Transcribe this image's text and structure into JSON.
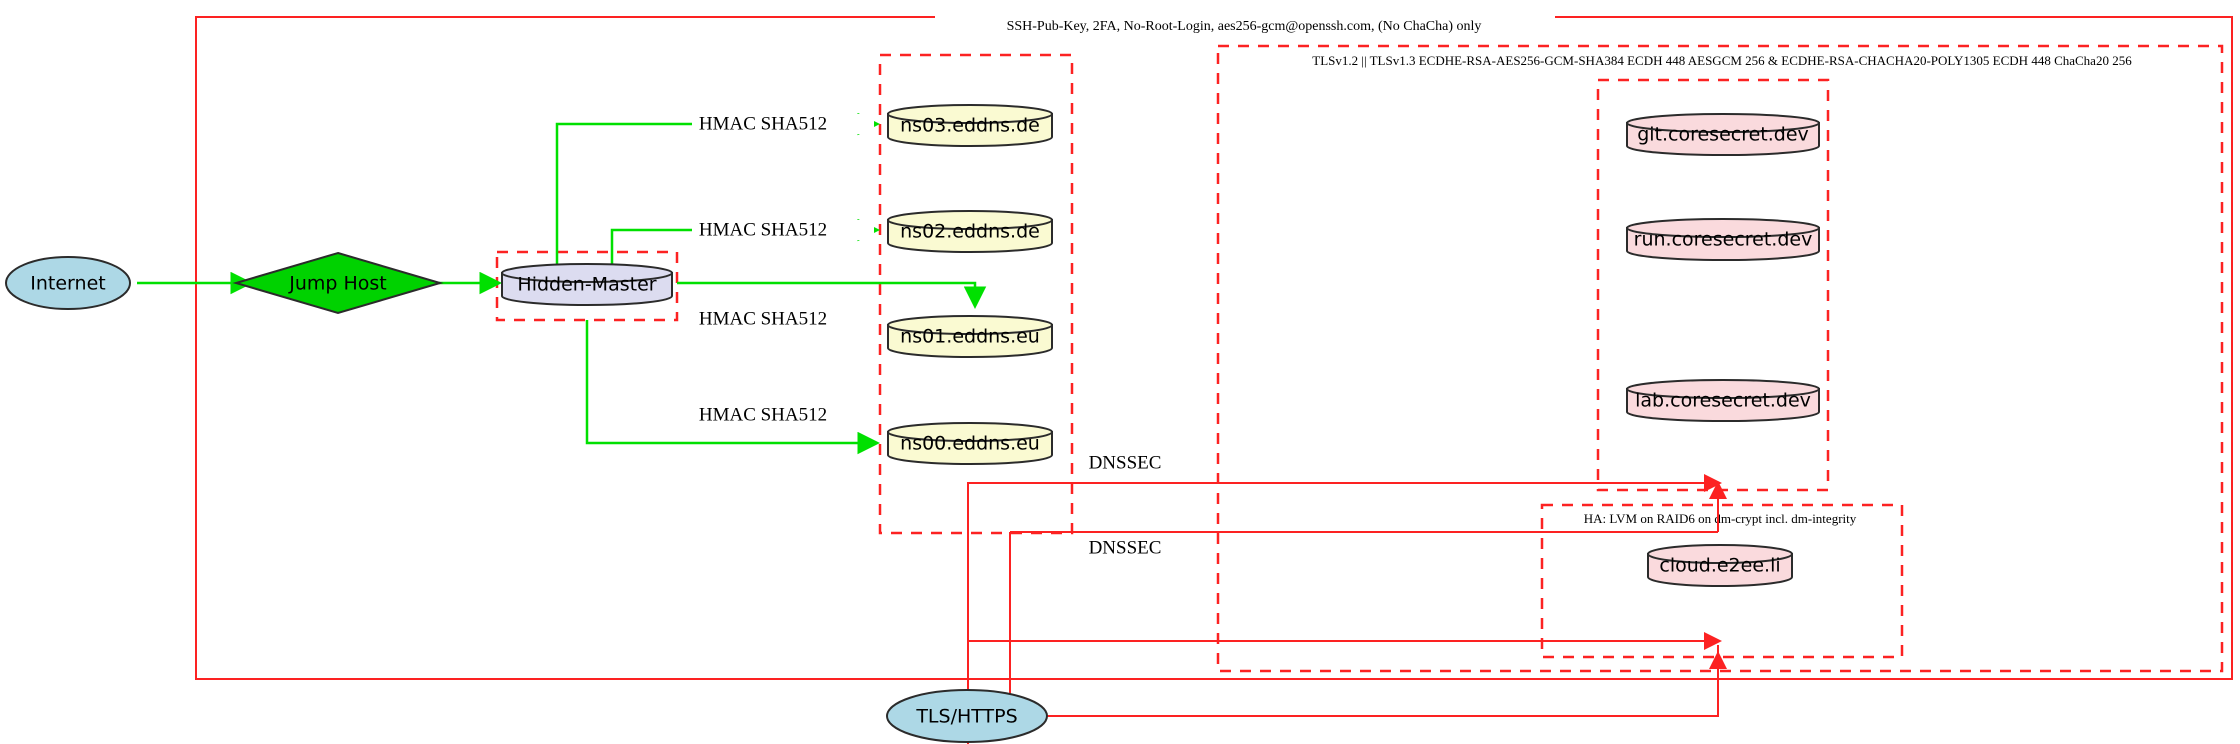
{
  "diagram": {
    "title_label": "SSH-Pub-Key, 2FA, No-Root-Login, aes256-gcm@openssh.com, (No ChaCha) only",
    "colors": {
      "boundary": "#fc2222",
      "green_edge": "#00e000",
      "internet_fill": "#add8e6",
      "jumphost_fill": "#00d200",
      "master_fill": "#dcdcf0",
      "dns_fill": "#fafad2",
      "service_fill": "#fadadd",
      "tls_fill": "#add8e6"
    }
  },
  "clusters": {
    "outer": {
      "label": "SSH-Pub-Key, 2FA, No-Root-Login, aes256-gcm@openssh.com, (No ChaCha) only"
    },
    "tls_zone": {
      "label": "TLSv1.2 || TLSv1.3 ECDHE-RSA-AES256-GCM-SHA384 ECDH 448 AESGCM 256 & ECDHE-RSA-CHACHA20-POLY1305 ECDH 448 ChaCha20 256"
    },
    "ha_zone": {
      "label": "HA: LVM on RAID6 on dm-crypt incl. dm-integrity"
    },
    "master_zone": {
      "label": ""
    },
    "dns_zone": {
      "label": ""
    },
    "coresecret_zone": {
      "label": ""
    }
  },
  "nodes": {
    "internet": {
      "label": "Internet",
      "shape": "ellipse"
    },
    "jump_host": {
      "label": "Jump Host",
      "shape": "diamond"
    },
    "hidden_master": {
      "label": "Hidden-Master",
      "shape": "cylinder"
    },
    "ns03": {
      "label": "ns03.eddns.de",
      "shape": "cylinder"
    },
    "ns02": {
      "label": "ns02.eddns.de",
      "shape": "cylinder"
    },
    "ns01": {
      "label": "ns01.eddns.eu",
      "shape": "cylinder"
    },
    "ns00": {
      "label": "ns00.eddns.eu",
      "shape": "cylinder"
    },
    "git": {
      "label": "git.coresecret.dev",
      "shape": "cylinder"
    },
    "run": {
      "label": "run.coresecret.dev",
      "shape": "cylinder"
    },
    "lab": {
      "label": "lab.coresecret.dev",
      "shape": "cylinder"
    },
    "cloud": {
      "label": "cloud.e2ee.li",
      "shape": "cylinder"
    },
    "tls_https": {
      "label": "TLS/HTTPS",
      "shape": "ellipse"
    }
  },
  "edge_labels": {
    "hmac_ns03": "HMAC SHA512",
    "hmac_ns02": "HMAC SHA512",
    "hmac_ns01": "HMAC SHA512",
    "hmac_ns00": "HMAC SHA512",
    "dnssec_upper": "DNSSEC",
    "dnssec_lower": "DNSSEC"
  }
}
